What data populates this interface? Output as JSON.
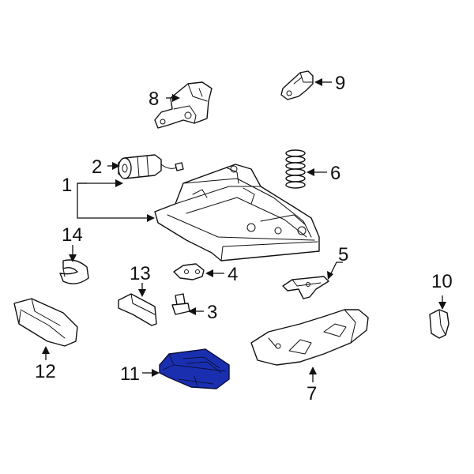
{
  "callouts": {
    "c1": "1",
    "c2": "2",
    "c3": "3",
    "c4": "4",
    "c5": "5",
    "c6": "6",
    "c7": "7",
    "c8": "8",
    "c9": "9",
    "c10": "10",
    "c11": "11",
    "c12": "12",
    "c13": "13",
    "c14": "14"
  },
  "colors": {
    "highlight": "#1a2fb0",
    "line": "#111111"
  },
  "highlighted_part": "11"
}
